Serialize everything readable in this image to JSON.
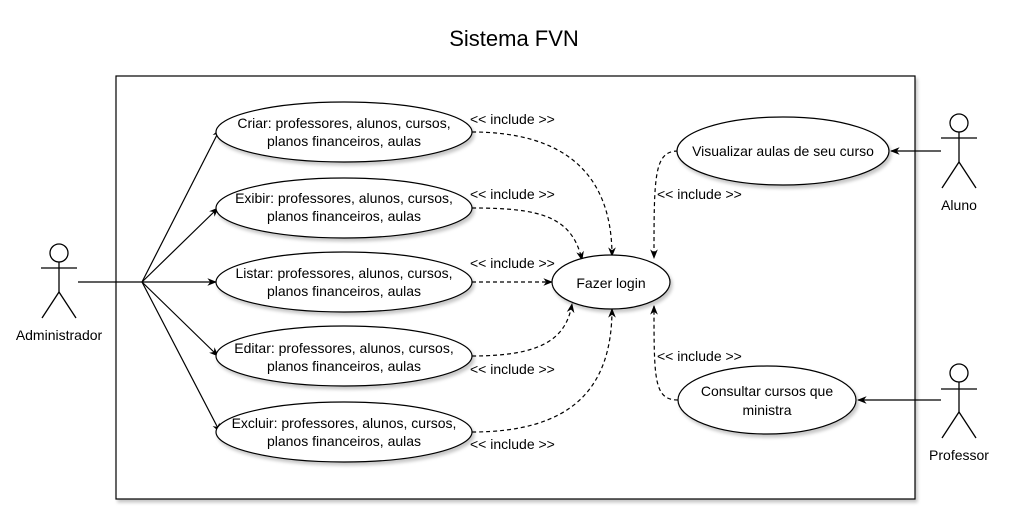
{
  "title": "Sistema FVN",
  "actors": {
    "admin": "Administrador",
    "aluno": "Aluno",
    "professor": "Professor"
  },
  "use_cases": {
    "criar": {
      "line1": "Criar: professores, alunos, cursos,",
      "line2": "planos financeiros, aulas"
    },
    "exibir": {
      "line1": "Exibir: professores, alunos, cursos,",
      "line2": "planos financeiros, aulas"
    },
    "listar": {
      "line1": "Listar: professores, alunos, cursos,",
      "line2": "planos financeiros, aulas"
    },
    "editar": {
      "line1": "Editar: professores, alunos, cursos,",
      "line2": "planos financeiros, aulas"
    },
    "excluir": {
      "line1": "Excluir: professores, alunos, cursos,",
      "line2": "planos financeiros, aulas"
    },
    "login": "Fazer login",
    "visualizar": "Visualizar aulas de seu curso",
    "consultar": {
      "line1": "Consultar cursos que",
      "line2": "ministra"
    }
  },
  "include_label": "<< include >>"
}
